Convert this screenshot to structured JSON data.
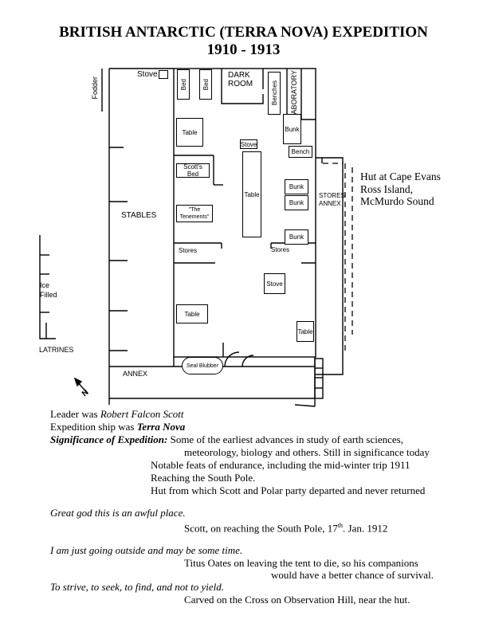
{
  "title": {
    "line1": "BRITISH ANTARCTIC  (TERRA NOVA)  EXPEDITION",
    "line2": "1910 - 1913"
  },
  "plan": {
    "fodder": "Fodder",
    "stove_top": "Stove",
    "bed1": "Bed",
    "bed2": "Bed",
    "dark_room": "DARK\nROOM",
    "benches": "Benches",
    "laboratory": "LABORATORY",
    "table1": "Table",
    "bunk1": "Bunk",
    "stove_mid": "Stove",
    "bench": "Bench",
    "scotts_bed": "Scott's Bed",
    "table_center": "Table",
    "bunk2": "Bunk",
    "bunk3": "Bunk",
    "stores_annex": "STORES\nANNEX",
    "stables": "STABLES",
    "tenements": "\"The\nTenements\"",
    "bunk4": "Bunk",
    "stores_left": "Stores",
    "stores_right": "Stores",
    "ice_filled": "Ice\nFilled",
    "stove_low": "Stove",
    "table_low": "Table",
    "table_right": "Table",
    "latrines": "LATRINES",
    "annex": "ANNEX",
    "seal_blubber": "Seal Blubber",
    "north": "N"
  },
  "hut_location": {
    "line1": "Hut at Cape Evans",
    "line2": "Ross Island,",
    "line3": "McMurdo Sound"
  },
  "notes": {
    "leader_prefix": "Leader was ",
    "leader_name": "Robert Falcon Scott",
    "ship_prefix": "Expedition ship was ",
    "ship_name": "Terra Nova",
    "significance_label": "Significance of Expedition:",
    "significance_1": " Some of the earliest advances in study of earth sciences,",
    "significance_2": "meteorology, biology and others.  Still in significance today",
    "significance_3": "Notable feats of endurance, including the mid-winter trip 1911",
    "significance_4": "Reaching the South Pole.",
    "significance_5": "Hut from which Scott and Polar party departed and never returned"
  },
  "quotes": [
    {
      "quote": "Great god this is an awful place.",
      "attr_a": "Scott, on reaching the South Pole, 17",
      "attr_sup": "th",
      "attr_b": ". Jan. 1912"
    },
    {
      "quote": "I am just going outside and may be some time.",
      "attr_a": "Titus Oates on leaving the tent to die, so his companions",
      "attr_b": "would have a better chance of survival."
    },
    {
      "quote": "To strive, to seek, to find, and not to yield.",
      "attr_a": "Carved on the Cross on Observation Hill, near the hut."
    }
  ]
}
